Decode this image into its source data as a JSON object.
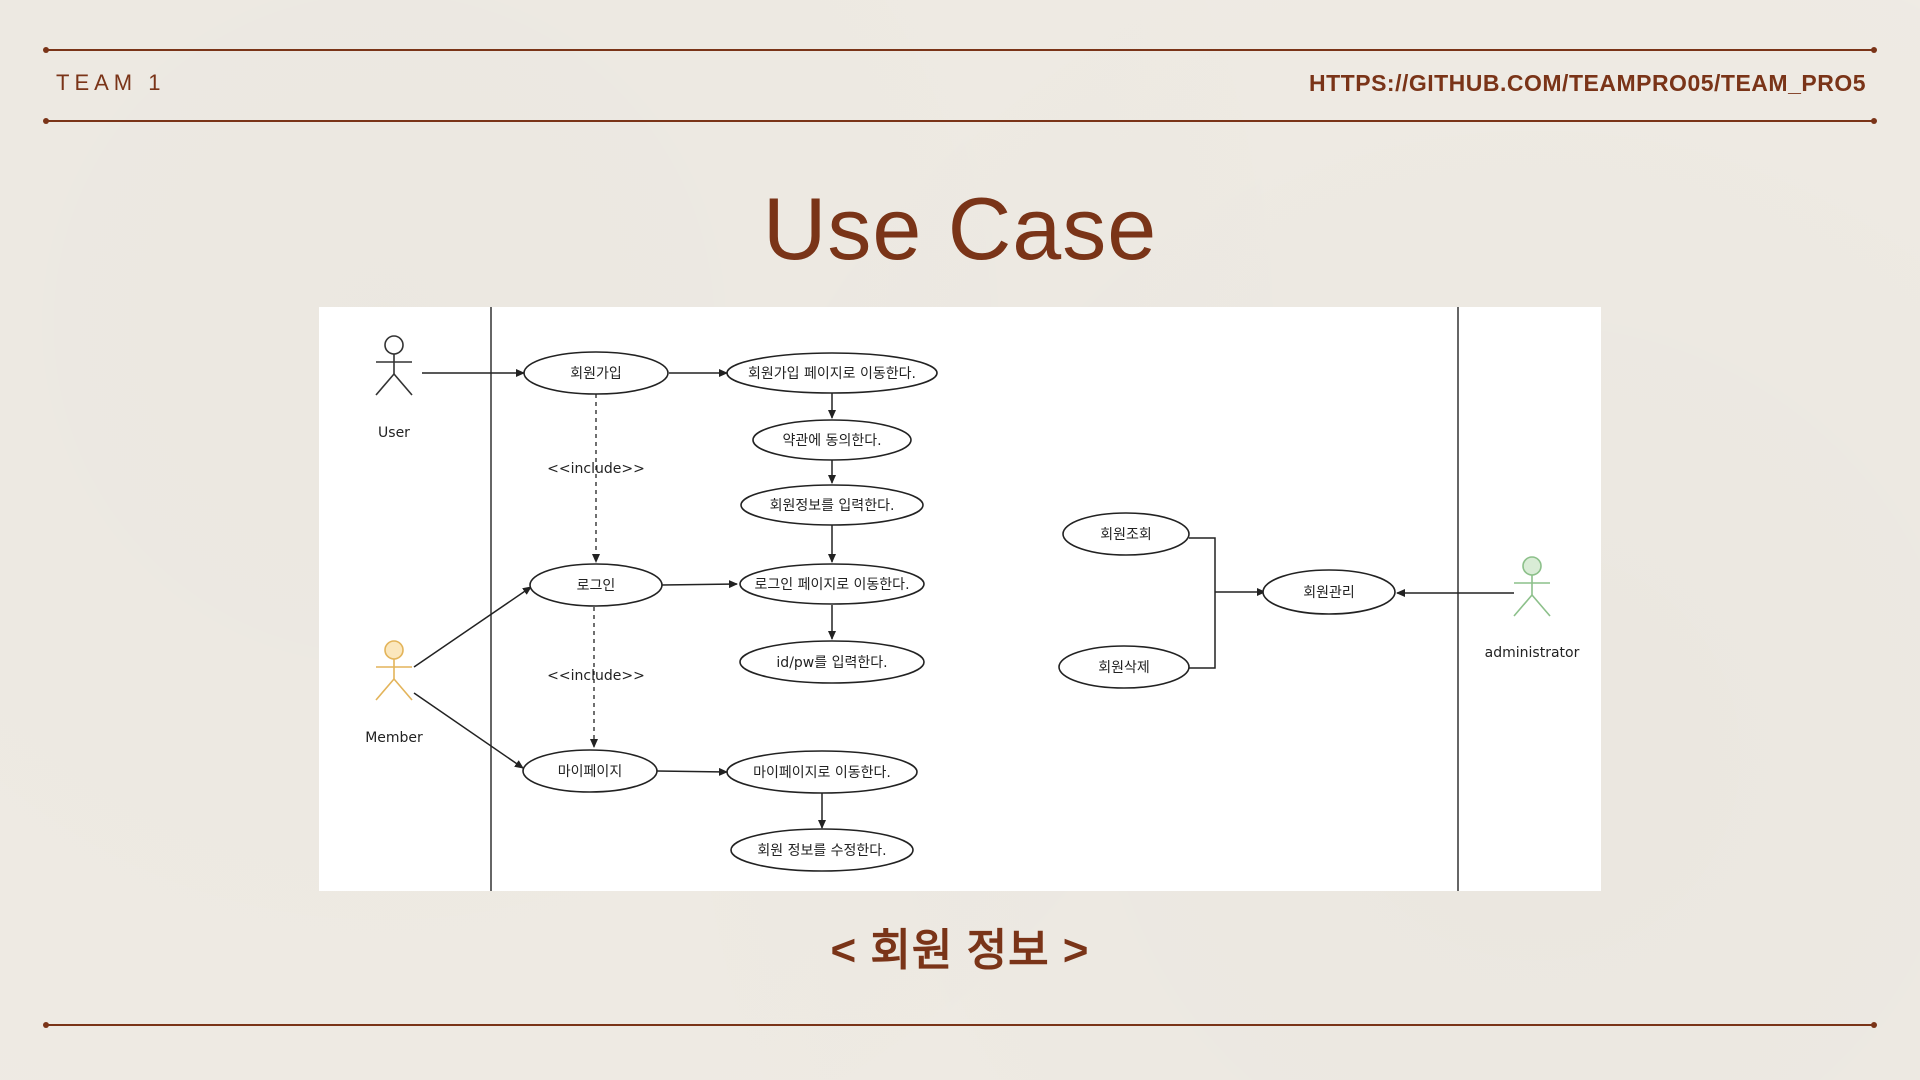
{
  "header": {
    "team_label": "TEAM 1",
    "repo_url": "HTTPS://GITHUB.COM/TEAMPRO05/TEAM_PRO5"
  },
  "title": "Use Case",
  "caption": "< 회원 정보 >",
  "diagram": {
    "actors": {
      "user": "User",
      "member": "Member",
      "admin": "administrator"
    },
    "use_cases": {
      "signup": "회원가입",
      "signup_page": "회원가입 페이지로 이동한다.",
      "agree_terms": "약관에 동의한다.",
      "enter_info": "회원정보를 입력한다.",
      "login": "로그인",
      "login_page": "로그인 페이지로 이동한다.",
      "enter_idpw": "id/pw를 입력한다.",
      "mypage": "마이페이지",
      "mypage_move": "마이페이지로 이동한다.",
      "edit_info": "회원 정보를 수정한다.",
      "member_lookup": "회원조회",
      "member_delete": "회원삭제",
      "member_manage": "회원관리"
    },
    "stereotypes": {
      "include_1": "<<include>>",
      "include_2": "<<include>>"
    },
    "colors": {
      "user_actor": "#333333",
      "member_actor": "#e3b45a",
      "admin_actor": "#8cc08a"
    }
  }
}
